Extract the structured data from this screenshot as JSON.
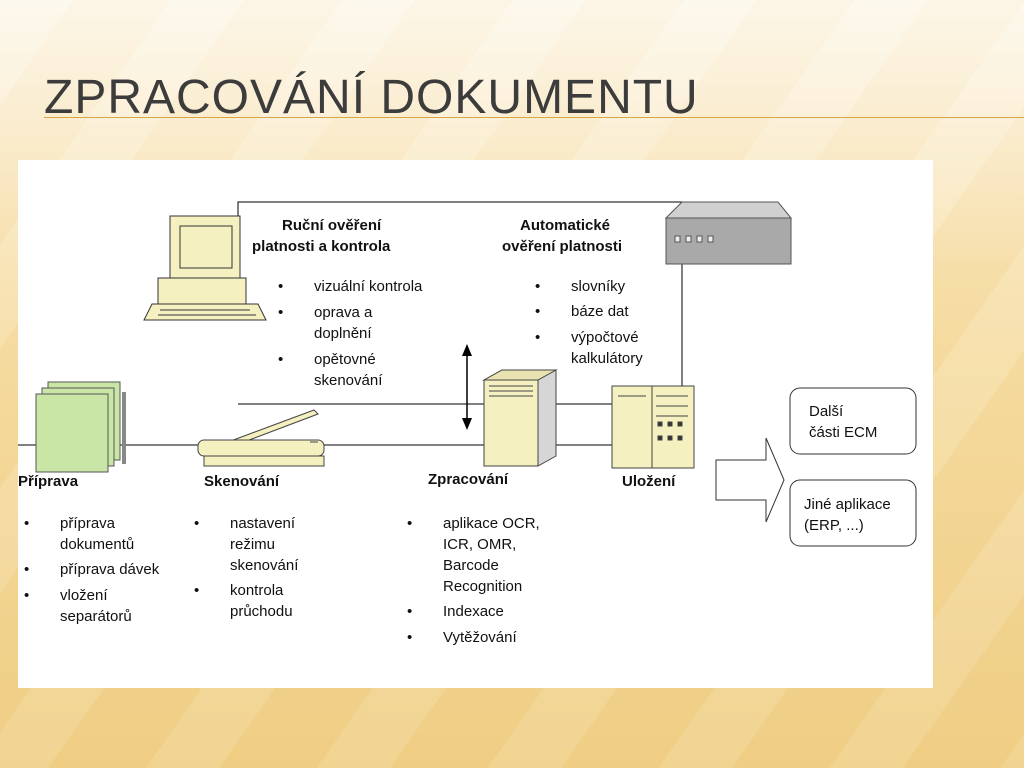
{
  "title": "Zpracování dokumentu",
  "manual": {
    "heading_line1": "Ruční ověření",
    "heading_line2": "platnosti a kontrola",
    "items": [
      "vizuální kontrola",
      "oprava a",
      "doplnění",
      "opětovné",
      "skenování"
    ]
  },
  "automatic": {
    "heading_line1": "Automatické",
    "heading_line2": "ověření platnosti",
    "items": [
      "slovníky",
      "báze dat",
      "výpočtové",
      "kalkulátory"
    ]
  },
  "stages": {
    "priprava": {
      "label": "Příprava",
      "items": [
        "příprava",
        "dokumentů",
        "příprava dávek",
        "vložení",
        "separátorů"
      ]
    },
    "skenovani": {
      "label": "Skenování",
      "items": [
        "nastavení",
        "režimu",
        "skenování",
        "kontrola",
        "průchodu"
      ]
    },
    "zpracovani": {
      "label": "Zpracování",
      "items": [
        "aplikace OCR,",
        "ICR, OMR,",
        "Barcode",
        "Recognition",
        "Indexace",
        "Vytěžování"
      ]
    },
    "ulozeni": {
      "label": "Uložení"
    }
  },
  "outputs": {
    "box1_line1": "Další",
    "box1_line2": "části ECM",
    "box2_line1": "Jiné aplikace",
    "box2_line2": "(ERP, ...)"
  },
  "colors": {
    "title_rule": "#d9a441",
    "device_fill": "#f5f0c0",
    "server_gray": "#a9a9a9",
    "doc_green": "#c9e6a6"
  }
}
